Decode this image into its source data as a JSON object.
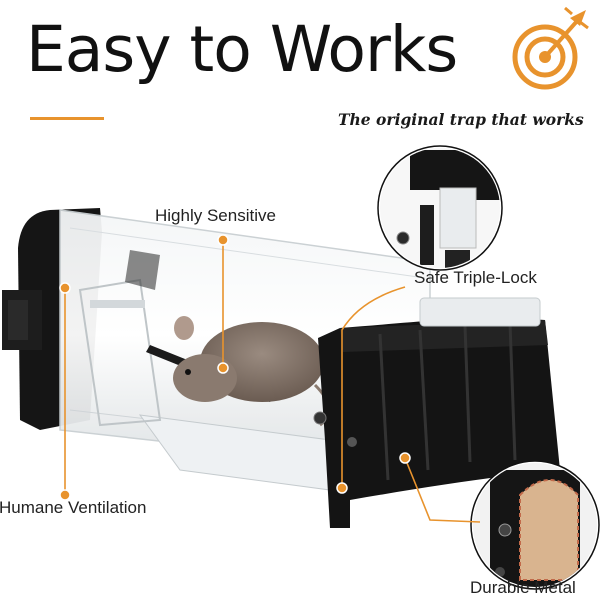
{
  "header": {
    "title": "Easy to Works",
    "tagline": "The original trap that works"
  },
  "callouts": {
    "highly_sensitive": "Highly Sensitive",
    "safe_triple_lock": "Safe Triple-Lock",
    "humane_ventilation": "Humane Ventilation",
    "durable_metal": "Durable Metal"
  },
  "colors": {
    "accent": "#e8932d",
    "text": "#111111"
  },
  "icons": {
    "logo": "target-arrow-icon"
  }
}
